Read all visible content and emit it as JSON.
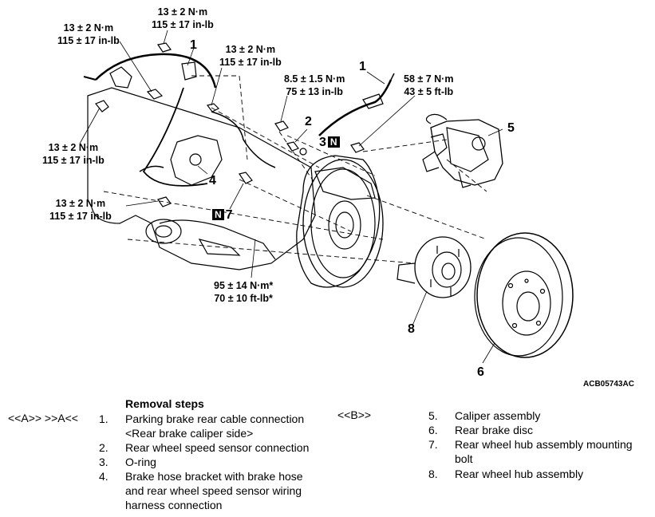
{
  "torque_labels": [
    {
      "id": "t1",
      "line1": "13 ± 2 N·m",
      "line2": "115 ± 17 in-lb"
    },
    {
      "id": "t2",
      "line1": "13 ± 2 N·m",
      "line2": "115 ± 17 in-lb"
    },
    {
      "id": "t3",
      "line1": "13 ± 2 N·m",
      "line2": "115 ± 17 in-lb"
    },
    {
      "id": "t4",
      "line1": "8.5 ± 1.5 N·m",
      "line2": "75 ± 13 in-lb"
    },
    {
      "id": "t5",
      "line1": "58 ± 7 N·m",
      "line2": "43 ± 5 ft-lb"
    },
    {
      "id": "t6",
      "line1": "13 ± 2 N·m",
      "line2": "115 ± 17 in-lb"
    },
    {
      "id": "t7",
      "line1": "13 ± 2 N·m",
      "line2": "115 ± 17 in-lb"
    },
    {
      "id": "t8",
      "line1": "95 ± 14 N·m*",
      "line2": "70 ± 10 ft-lb*"
    }
  ],
  "callouts": {
    "c1a": "1",
    "c1b": "1",
    "c2": "2",
    "c3": "3",
    "c4": "4",
    "c5": "5",
    "c6": "6",
    "c7": "7",
    "c8": "8",
    "n_badge": "N"
  },
  "figure_code": "ACB05743AC",
  "removal": {
    "title": "Removal steps",
    "ref_a": "<<A>>  >>A<<",
    "ref_b": "<<B>>",
    "steps": [
      {
        "num": "1.",
        "line1": "Parking brake rear cable connection",
        "line2": "<Rear brake caliper side>"
      },
      {
        "num": "2.",
        "line1": "Rear wheel speed sensor connection"
      },
      {
        "num": "3.",
        "line1": "O-ring"
      },
      {
        "num": "4.",
        "line1": "Brake hose bracket with brake hose",
        "line2": "and rear wheel speed sensor wiring",
        "line3": "harness connection"
      },
      {
        "num": "5.",
        "line1": "Caliper assembly"
      },
      {
        "num": "6.",
        "line1": "Rear brake disc"
      },
      {
        "num": "7.",
        "line1": "Rear wheel hub assembly mounting",
        "line2": "bolt"
      },
      {
        "num": "8.",
        "line1": "Rear wheel hub assembly"
      }
    ]
  }
}
